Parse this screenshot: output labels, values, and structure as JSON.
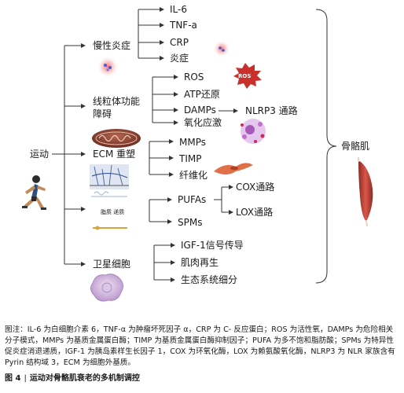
{
  "center": "运动",
  "outcome": "骨骼肌",
  "branches": {
    "inflammation": {
      "label": "慢性炎症",
      "items": [
        "IL-6",
        "TNF-a",
        "CRP",
        "炎症"
      ]
    },
    "mitochondria": {
      "label_line1": "线粒体功能",
      "label_line2": "障碍",
      "items": [
        "ROS",
        "ATP还原",
        "DAMPs",
        "氧化应激"
      ],
      "ros_badge": "ROS",
      "pathway": "NLRP3 通路"
    },
    "ecm": {
      "label": "ECM 重塑",
      "items": [
        "MMPs",
        "TIMP",
        "纤维化"
      ]
    },
    "lipid": {
      "icon_label": "脂质 递质",
      "items": [
        "PUFAs",
        "SPMs"
      ],
      "pathways": [
        "COX通路",
        "LOX通路"
      ]
    },
    "satellite": {
      "label": "卫星细胞",
      "items": [
        "IGF-1信号传导",
        "肌肉再生",
        "生态系统细分"
      ]
    }
  },
  "caption": "图注：IL-6 为白细胞介素 6，TNF-α 为肿瘤坏死因子 α，CRP 为 C- 反应蛋白；ROS 为活性氧，DAMPs 为危险相关分子模式，MMPs 为基质金属蛋白酶；TIMP 为基质金属蛋白酶抑制因子；PUFA 为多不饱和脂肪酸；SPMs 为特异性促炎症消退递质，IGF-1 为胰岛素样生长因子 1，COX 为环氧化酶，LOX 为赖氨酸氧化酶，NLRP3 为 NLR 家族含有 Pyrin 结构域 3，ECM 为细胞外基质。",
  "figure_number": "图 4",
  "figure_title": "运动对骨骼肌衰老的多机制调控",
  "colors": {
    "line": "#333333",
    "inflammation_glow": "#f08a8a",
    "ros_badge": "#c9302c",
    "mito_brown": "#7a3b2e",
    "fibrosis": "#e0704a",
    "cell_purple": "#c8a6d6",
    "muscle_red": "#c0392b"
  }
}
